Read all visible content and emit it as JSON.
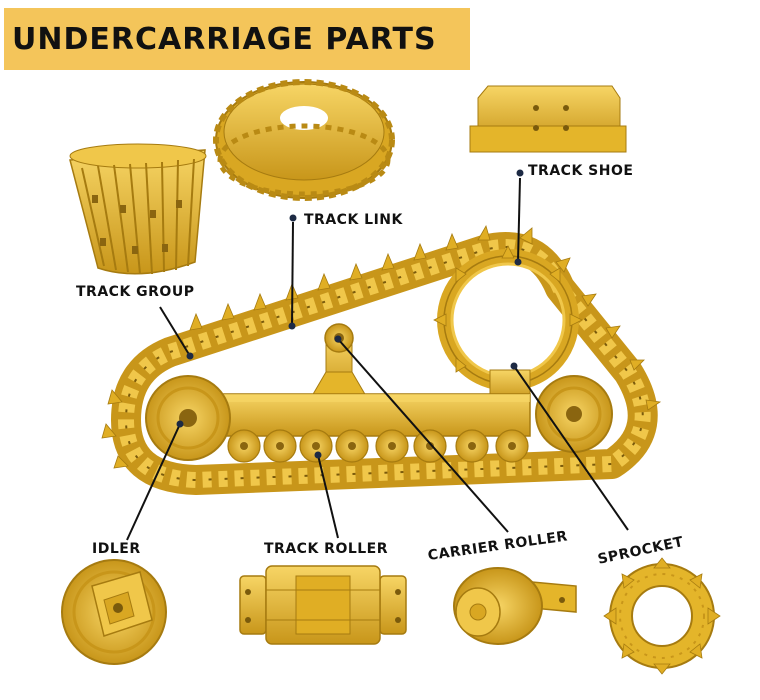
{
  "title": "UNDERCARRIAGE PARTS",
  "labels": {
    "track_shoe": "TRACK SHOE",
    "track_link": "TRACK LINK",
    "track_group": "TRACK GROUP",
    "idler": "IDLER",
    "track_roller": "TRACK ROLLER",
    "carrier_roller": "CARRIER ROLLER",
    "sprocket": "SPROCKET"
  },
  "colors": {
    "part_yellow": "#e8b82a",
    "part_shadow": "#b98a14",
    "part_highlight": "#f7d565",
    "banner": "#f4c55a",
    "leader_line": "#111111",
    "dot": "#1d2a44"
  }
}
